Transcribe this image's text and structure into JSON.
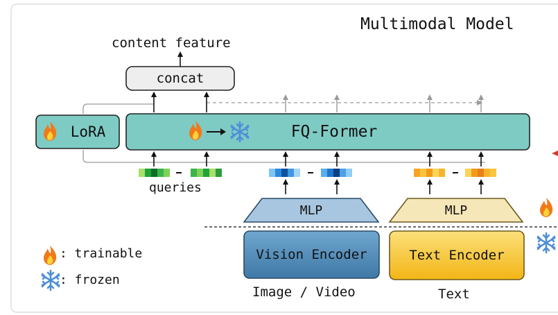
{
  "title": "Multimodal Model",
  "output_label": "content feature",
  "concat_label": "concat",
  "lora_label": "LoRA",
  "fqformer_label": "FQ-Former",
  "queries_label": "queries",
  "mlp_vision_label": "MLP",
  "mlp_text_label": "MLP",
  "vision_encoder_label": "Vision Encoder",
  "text_encoder_label": "Text Encoder",
  "vision_input_label": "Image / Video",
  "text_input_label": "Text",
  "legend": {
    "trainable_label": ": trainable",
    "frozen_label": ": frozen"
  },
  "colors": {
    "fqformer_fill": "#7ecbc4",
    "lora_fill": "#7ecbc4",
    "concat_fill": "#eeeeee",
    "vision_encoder_fill": "#5b93bd",
    "text_encoder_fill": "#f6c94a",
    "mlp_vision_fill": "#a9c6e0",
    "mlp_text_fill": "#f6e7b8",
    "query_green": "#1fa33a",
    "token_blue": "#1e77d0",
    "token_orange": "#f29b18",
    "fire": "#f07a1a",
    "snow": "#4f8fd8"
  },
  "icons": [
    "fire-icon",
    "snowflake-icon",
    "arrow-icon"
  ]
}
